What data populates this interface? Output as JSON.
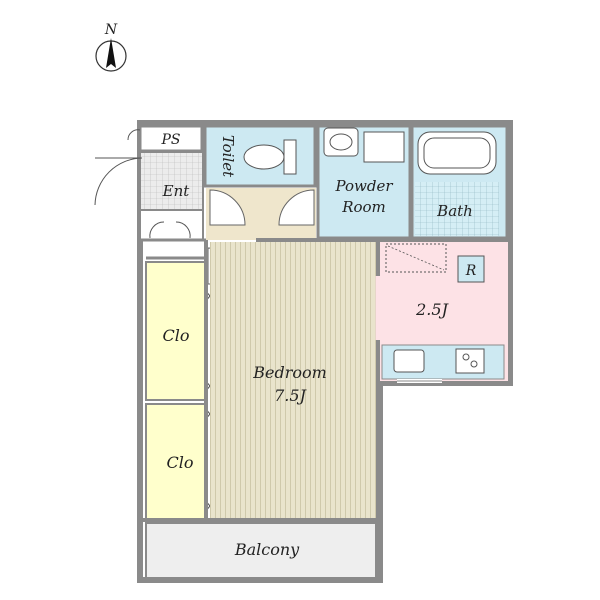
{
  "compass": {
    "letter": "N"
  },
  "rooms": {
    "ps": "PS",
    "toilet": "Toilet",
    "entrance": "Ent",
    "powder_line1": "Powder",
    "powder_line2": "Room",
    "bath": "Bath",
    "fridge": "R",
    "kitchen": "2.5J",
    "closet_upper": "Clo",
    "closet_lower": "Clo",
    "bedroom_line1": "Bedroom",
    "bedroom_line2": "7.5J",
    "balcony": "Balcony"
  },
  "colors": {
    "wall": "#8a8a8a",
    "closet": "#ffffcc",
    "wet_area": "#cde9f2",
    "kitchen": "#fde2e6",
    "hall": "#efe6cc",
    "bedroom_floor": "#e8e2c8",
    "balcony": "#eeeeee",
    "tile": "#e6e6e6"
  }
}
